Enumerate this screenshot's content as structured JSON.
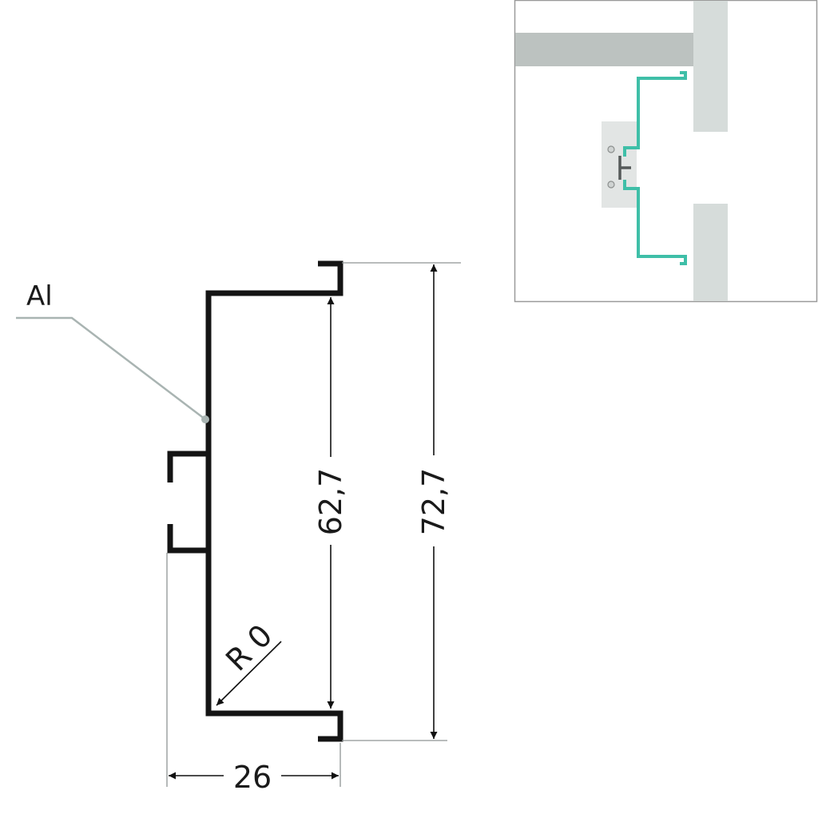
{
  "material": "Al",
  "dimensions": {
    "width": "26",
    "inner_height": "62,7",
    "outer_height": "72,7",
    "radius": "R 0"
  },
  "colors": {
    "profile": "#141414",
    "leader": "#a9b4b2",
    "inset_profile": "#3fbfa8",
    "inset_wall": "#d6dcda",
    "inset_ceiling": "#bcc2c0",
    "inset_frame": "#9a9a9a"
  }
}
